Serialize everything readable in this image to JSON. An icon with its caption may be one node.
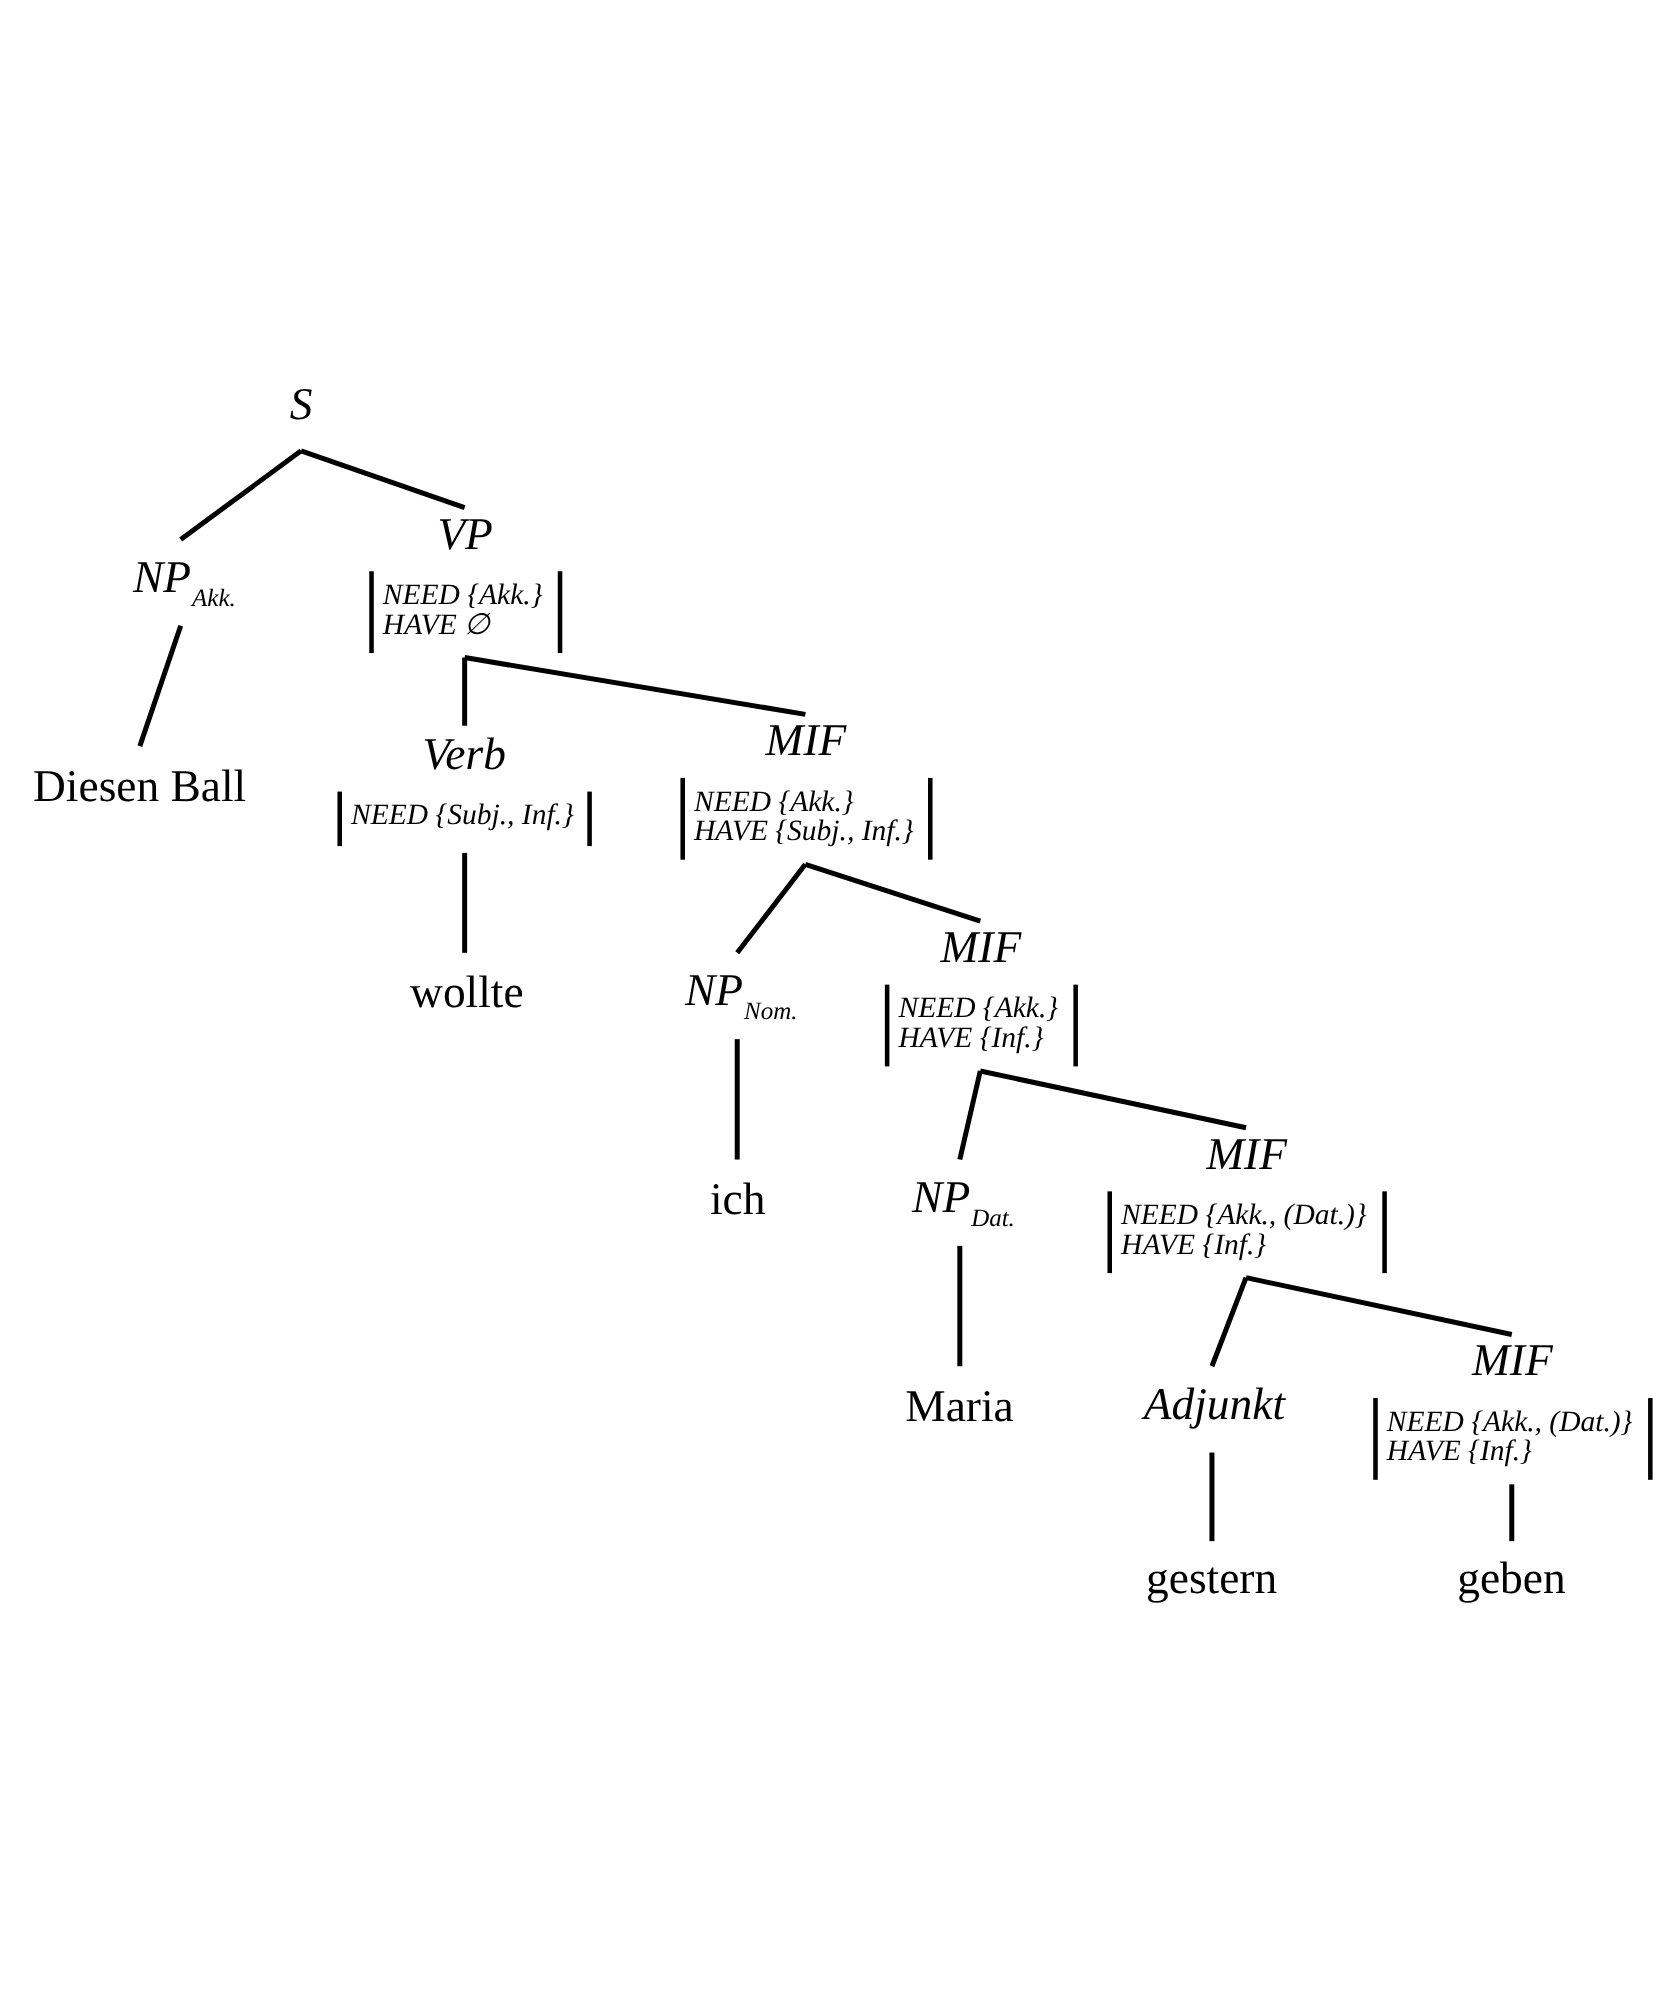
{
  "diagram": {
    "nodes": [
      {
        "text": [
          "S"
        ]
      },
      {
        "text": [
          "NP$_{Akk.}$"
        ]
      },
      {
        "text": [
          "Diesen Ball"
        ]
      },
      {
        "text": [
          "VP",
          "NEED {Akk.}",
          "HAVE ∅"
        ]
      },
      {
        "text": [
          "Verb",
          "NEED {Subj., Inf.}"
        ]
      },
      {
        "text": [
          "wollte"
        ]
      },
      {
        "text": [
          "MIF",
          "NEED {Akk.}",
          "HAVE {Subj., Inf.}"
        ]
      },
      {
        "text": [
          "NP$_{Nom.}$"
        ]
      },
      {
        "text": [
          "ich"
        ]
      },
      {
        "text": [
          "MIF",
          "NEED {Akk.}",
          "HAVE {Inf.}"
        ]
      },
      {
        "text": [
          "NP$_{Dat.}$"
        ]
      },
      {
        "text": [
          "Maria"
        ]
      },
      {
        "text": [
          "MIF",
          "NEED {Akk., (Dat.)}",
          "HAVE {Inf.}"
        ]
      },
      {
        "text": [
          "Adjunkt"
        ]
      },
      {
        "text": [
          "gestern"
        ]
      },
      {
        "text": [
          "MIF",
          "NEED {Akk., (Dat.)}",
          "HAVE {Inf.}"
        ]
      },
      {
        "text": [
          "geben"
        ]
      }
    ],
    "edges": [
      {
        "from": 0,
        "to": 1,
        "arrow": "none"
      },
      {
        "from": 0,
        "to": 3,
        "arrow": "none"
      },
      {
        "from": 1,
        "to": 2,
        "arrow": "none"
      },
      {
        "from": 3,
        "to": 4,
        "arrow": "none"
      },
      {
        "from": 3,
        "to": 6,
        "arrow": "none"
      },
      {
        "from": 4,
        "to": 5,
        "arrow": "none"
      },
      {
        "from": 6,
        "to": 7,
        "arrow": "none"
      },
      {
        "from": 6,
        "to": 9,
        "arrow": "none"
      },
      {
        "from": 7,
        "to": 8,
        "arrow": "none"
      },
      {
        "from": 9,
        "to": 10,
        "arrow": "none"
      },
      {
        "from": 9,
        "to": 12,
        "arrow": "none"
      },
      {
        "from": 10,
        "to": 11,
        "arrow": "none"
      },
      {
        "from": 12,
        "to": 13,
        "arrow": "none"
      },
      {
        "from": 12,
        "to": 15,
        "arrow": "none"
      },
      {
        "from": 13,
        "to": 14,
        "arrow": "none"
      },
      {
        "from": 15,
        "to": 16,
        "arrow": "none"
      }
    ]
  }
}
